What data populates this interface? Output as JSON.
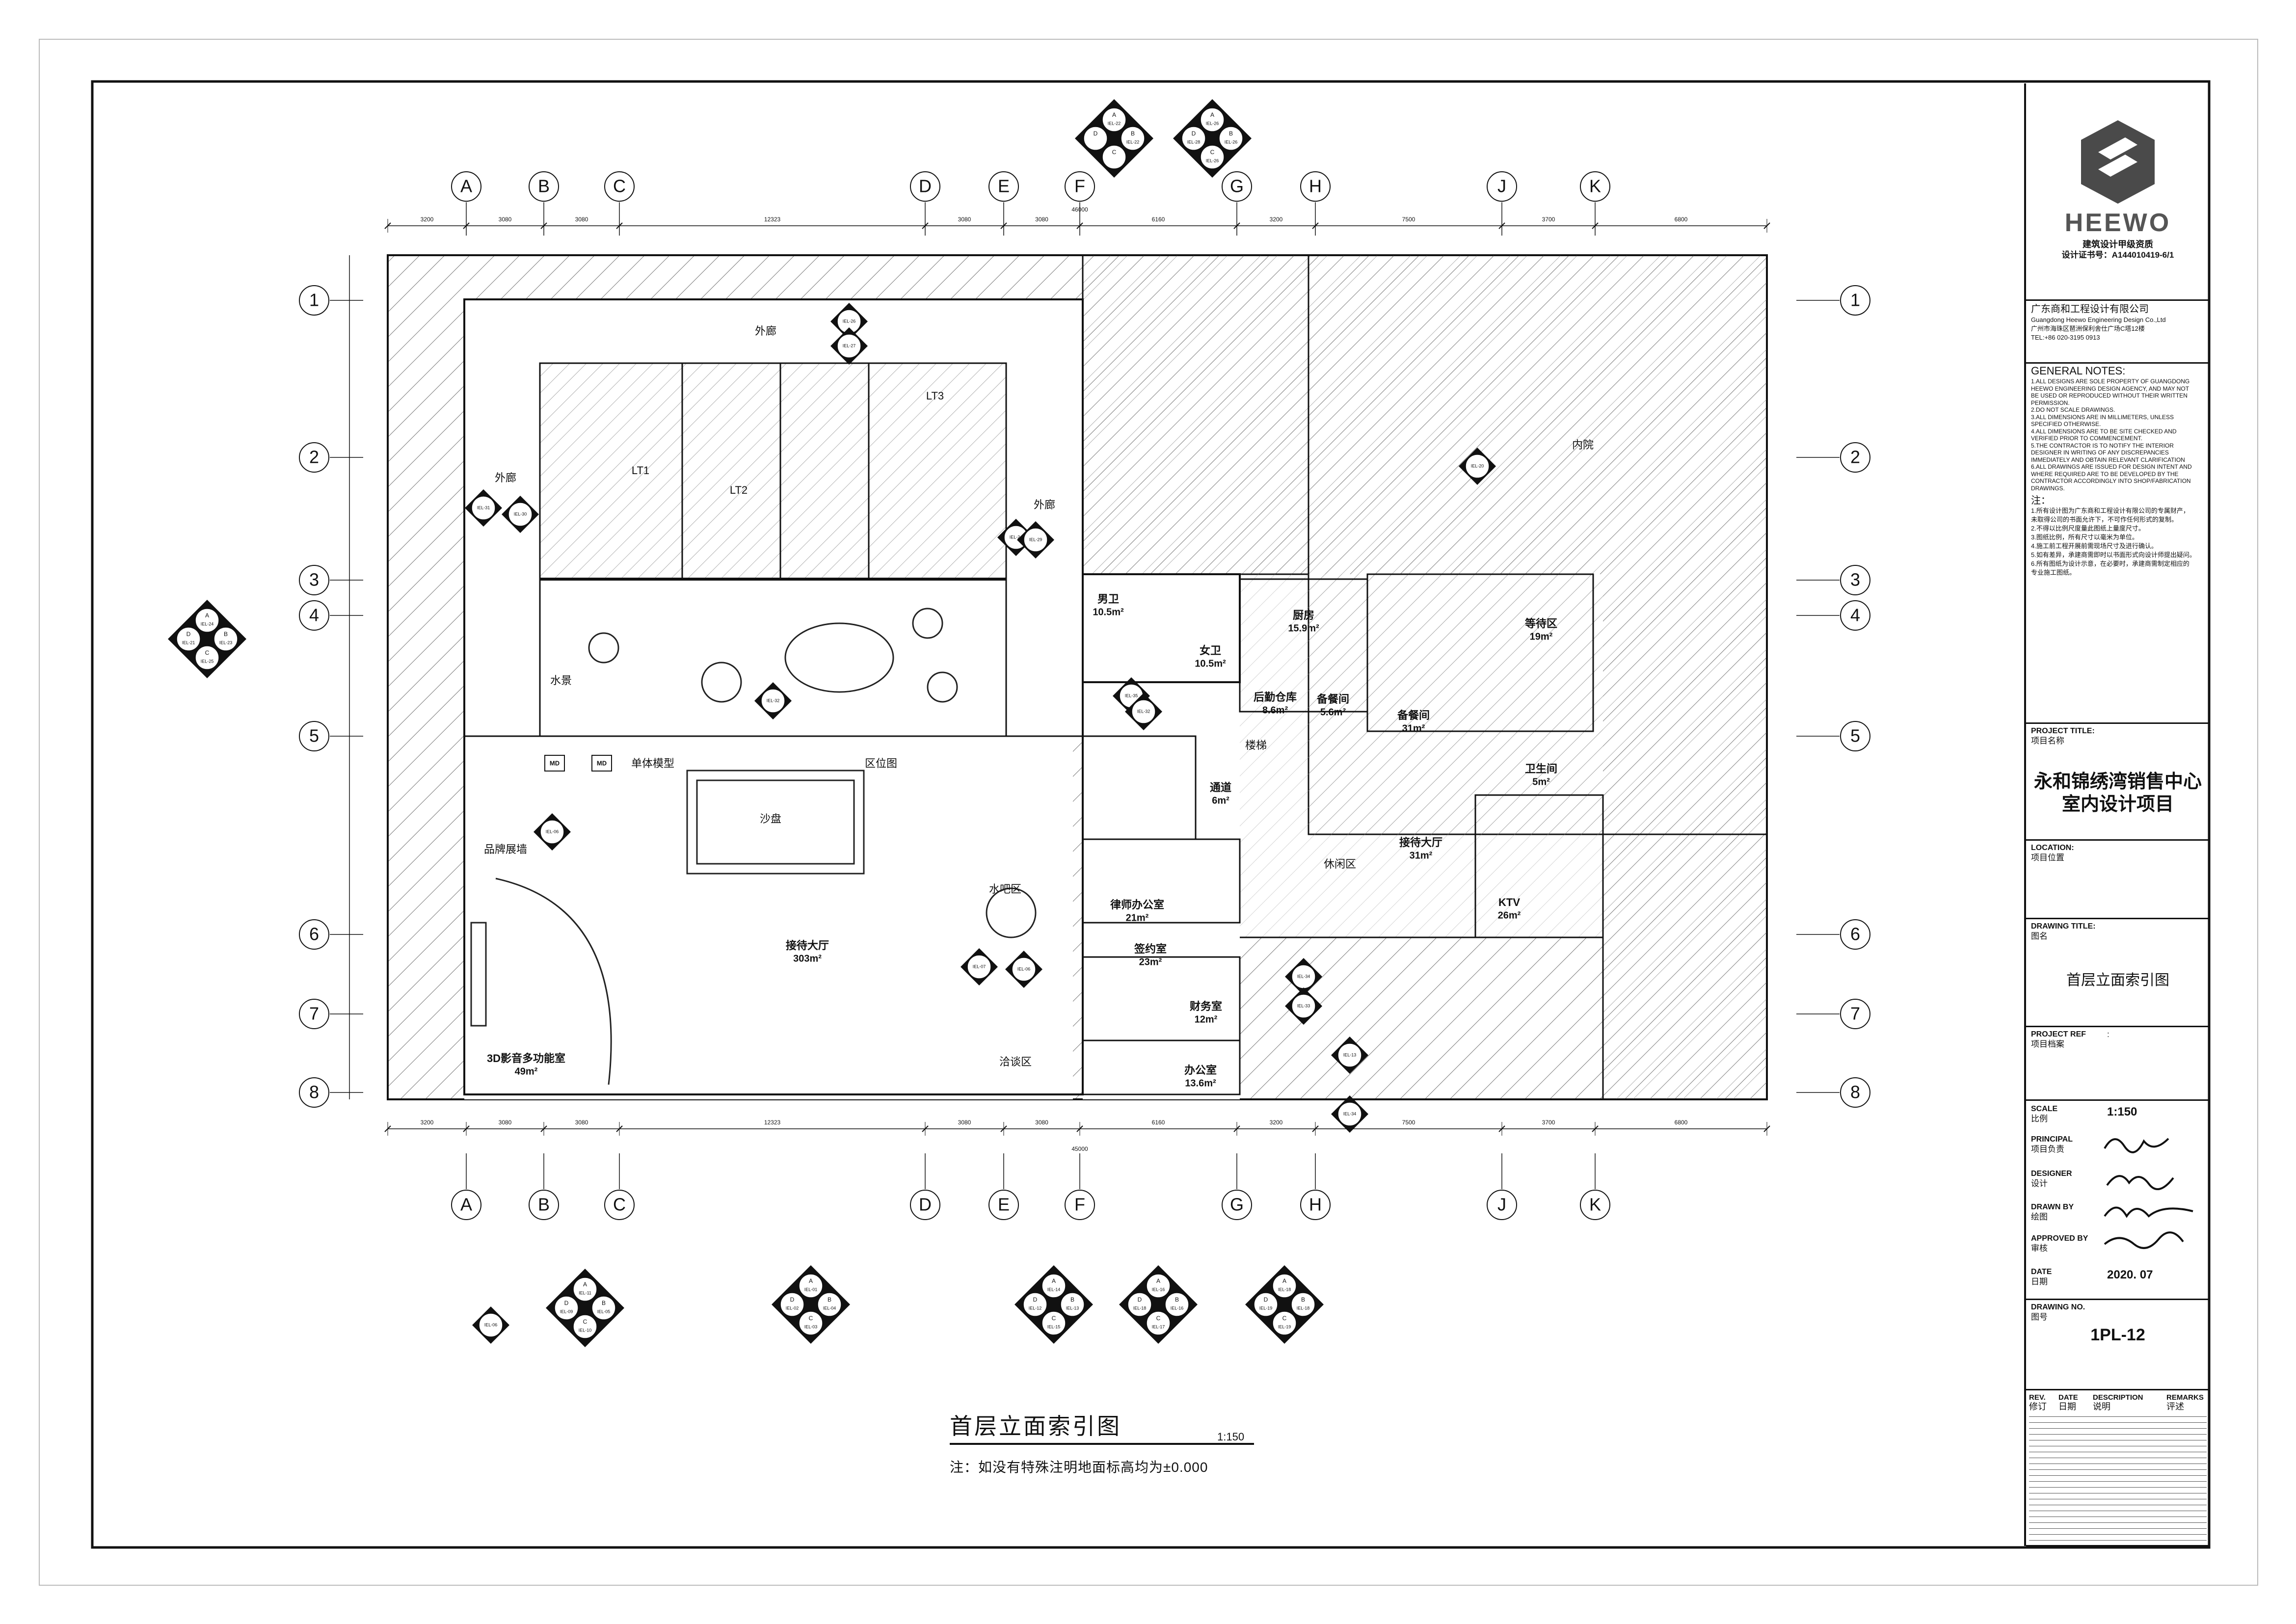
{
  "plan": {
    "title": "首层立面索引图",
    "scale": "1:150",
    "note": "注：如没有特殊注明地面标高均为±0.000",
    "column_axes": [
      "A",
      "B",
      "C",
      "D",
      "E",
      "F",
      "G",
      "H",
      "J",
      "K"
    ],
    "row_axes": [
      "1",
      "2",
      "3",
      "4",
      "5",
      "6",
      "7",
      "8"
    ],
    "top_dimensions": [
      "3200",
      "3080",
      "3080",
      "12323",
      "3080",
      "3080",
      "6160",
      "3200",
      "7500",
      "3700",
      "6800"
    ],
    "bottom_dimensions": [
      "3200",
      "3080",
      "3080",
      "12323",
      "3080",
      "3080",
      "6160",
      "3200",
      "7500",
      "3700",
      "6800"
    ],
    "top_total": "46000",
    "bottom_total": "45000",
    "rooms": [
      {
        "name": "外廊",
        "area": ""
      },
      {
        "name": "LT1",
        "area": ""
      },
      {
        "name": "LT2",
        "area": ""
      },
      {
        "name": "LT3",
        "area": ""
      },
      {
        "name": "外廊",
        "area": ""
      },
      {
        "name": "外廊",
        "area": ""
      },
      {
        "name": "内院",
        "area": ""
      },
      {
        "name": "水景",
        "area": ""
      },
      {
        "name": "男卫",
        "area": "10.5m²"
      },
      {
        "name": "女卫",
        "area": "10.5m²"
      },
      {
        "name": "厨房",
        "area": "15.9m²"
      },
      {
        "name": "后勤仓库",
        "area": "8.6m²"
      },
      {
        "name": "备餐间",
        "area": "5.6m²"
      },
      {
        "name": "等待区",
        "area": "19m²"
      },
      {
        "name": "备餐间",
        "area": "31m²"
      },
      {
        "name": "卫生间",
        "area": "5m²"
      },
      {
        "name": "楼梯",
        "area": ""
      },
      {
        "name": "通道",
        "area": "6m²"
      },
      {
        "name": "单体模型",
        "area": ""
      },
      {
        "name": "区位图",
        "area": ""
      },
      {
        "name": "沙盘",
        "area": ""
      },
      {
        "name": "品牌展墙",
        "area": ""
      },
      {
        "name": "水吧区",
        "area": ""
      },
      {
        "name": "接待大厅",
        "area": "303m²"
      },
      {
        "name": "3D影音多功能室",
        "area": "49m²"
      },
      {
        "name": "洽谈区",
        "area": ""
      },
      {
        "name": "律师办公室",
        "area": "21m²"
      },
      {
        "name": "签约室",
        "area": "23m²"
      },
      {
        "name": "财务室",
        "area": "12m²"
      },
      {
        "name": "办公室",
        "area": "13.6m²"
      },
      {
        "name": "接待大厅",
        "area": "31m²"
      },
      {
        "name": "休闲区",
        "area": ""
      },
      {
        "name": "KTV",
        "area": "26m²"
      }
    ],
    "md_labels": [
      "MD",
      "MD"
    ],
    "index_symbols": [
      {
        "letters": [
          "A",
          "B",
          "C",
          "D"
        ],
        "refs": [
          "IEL-22",
          "IEL-22",
          "",
          ""
        ]
      },
      {
        "letters": [
          "A",
          "B",
          "C",
          "D"
        ],
        "refs": [
          "IEL-26",
          "IEL-26",
          "IEL-26",
          "IEL-28"
        ]
      },
      {
        "letters": [
          "A",
          "B",
          "C",
          "D"
        ],
        "refs": [
          "IEL-24",
          "IEL-23",
          "IEL-25",
          "IEL-21"
        ]
      },
      {
        "letters": [
          "A",
          "B",
          "C",
          "D"
        ],
        "refs": [
          "IEL-11",
          "IEL-05",
          "IEL-10",
          "IEL-09"
        ]
      },
      {
        "letters": [
          "A",
          "B",
          "C",
          "D"
        ],
        "refs": [
          "IEL-01",
          "IEL-04",
          "IEL-03",
          "IEL-02"
        ]
      },
      {
        "letters": [
          "A",
          "B",
          "C",
          "D"
        ],
        "refs": [
          "IEL-14",
          "IEL-13",
          "IEL-15",
          "IEL-12"
        ]
      },
      {
        "letters": [
          "A",
          "B",
          "C",
          "D"
        ],
        "refs": [
          "IEL-16",
          "IEL-16",
          "IEL-17",
          "IEL-18"
        ]
      },
      {
        "letters": [
          "A",
          "B",
          "C",
          "D"
        ],
        "refs": [
          "IEL-18",
          "IEL-18",
          "IEL-19",
          "IEL-19"
        ]
      }
    ],
    "single_symbols": [
      "IEL-26",
      "IEL-27",
      "IEL-31",
      "IEL-30",
      "IEL-24",
      "IEL-29",
      "IEL-20",
      "IEL-32",
      "IEL-06",
      "IEL-07",
      "IEL-06",
      "IEL-34",
      "IEL-33",
      "IEL-35",
      "IEL-32",
      "IEL-06",
      "IEL-13",
      "IEL-34"
    ]
  },
  "titleblock": {
    "logo_text": "HEEWO",
    "qualification": "建筑设计甲级资质",
    "certificate": "设计证书号：A144010419-6/1",
    "company_cn": "广东商和工程设计有限公司",
    "company_en": "Guangdong Heewo Engineering Design Co.,Ltd",
    "address": "广州市海珠区琶洲保利舍仕广场C塔12楼",
    "tel": "TEL:+86 020-3195 0913",
    "general_notes_title": "GENERAL NOTES:",
    "general_notes": [
      "1.ALL DESIGNS ARE SOLE PROPERTY OF GUANGDONG",
      "HEEWO ENGINEERING DESIGN AGENCY, AND MAY NOT",
      "BE USED OR REPRODUCED WITHOUT THEIR WRITTEN",
      "PERMISSION.",
      "2.DO NOT SCALE DRAWINGS.",
      "3.ALL DIMENSIONS ARE IN MILLIMETERS, UNLESS",
      "SPECIFIED OTHERWISE.",
      "4.ALL DIMENSIONS ARE TO BE SITE CHECKED AND",
      "VERIFIED PRIOR TO COMMENCEMENT.",
      "5.THE CONTRACTOR IS TO NOTIFY THE INTERIOR",
      "DESIGNER IN WRITING OF ANY DISCREPANCIES",
      "IMMEDIATELY AND OBTAIN RELEVANT CLARIFICATION",
      "6.ALL DRAWINGS ARE ISSUED FOR DESIGN INTENT AND",
      "WHERE REQUIRED ARE TO BE DEVELOPED BY THE",
      "CONTRACTOR ACCORDINGLY INTO SHOP/FABRICATION",
      "DRAWINGS."
    ],
    "notes_cn_title": "注：",
    "notes_cn": [
      "1.所有设计图为广东商和工程设计有限公司的专属财产，",
      "未取得公司的书面允许下，不可作任何形式的复制。",
      "2.不得以比例尺度量此图纸上量度尺寸。",
      "3.图纸比例，所有尺寸以毫米为单位。",
      "4.施工前工程开展前需现场尺寸及进行确认。",
      "5.如有差异，承建商需即时以书面形式向设计师提出疑问。",
      "6.所有图纸为设计示意，在必要时，承建商需制定相应的",
      "专业施工图纸。"
    ],
    "project_title_label": "PROJECT TITLE:",
    "project_title_label_cn": "项目名称",
    "project_name_1": "永和锦绣湾销售中心",
    "project_name_2": "室内设计项目",
    "location_label": "LOCATION:",
    "location_label_cn": "项目位置",
    "drawing_title_label": "DRAWING TITLE:",
    "drawing_title_label_cn": "图名",
    "drawing_title": "首层立面索引图",
    "project_ref_label": "PROJECT REF",
    "project_ref_label_cn": "项目档案",
    "project_ref_colon": ":",
    "scale_label": "SCALE",
    "scale_label_cn": "比例",
    "scale_value": "1:150",
    "principal_label": "PRINCIPAL",
    "principal_label_cn": "项目负责",
    "designer_label": "DESIGNER",
    "designer_label_cn": "设计",
    "drawn_label": "DRAWN BY",
    "drawn_label_cn": "绘图",
    "approved_label": "APPROVED BY",
    "approved_label_cn": "审核",
    "date_label": "DATE",
    "date_label_cn": "日期",
    "date_value": "2020. 07",
    "drawing_no_label": "DRAWING NO.",
    "drawing_no_label_cn": "图号",
    "drawing_no": "1PL-12",
    "rev_headers": [
      "REV.",
      "DATE",
      "DESCRIPTION",
      "REMARKS"
    ],
    "rev_headers_cn": [
      "修订",
      "日期",
      "说明",
      "评述"
    ]
  }
}
